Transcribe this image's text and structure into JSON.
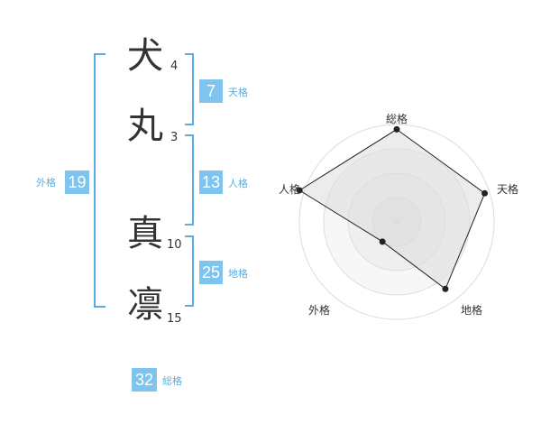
{
  "name": {
    "characters": [
      {
        "char": "犬",
        "strokes": "4"
      },
      {
        "char": "丸",
        "strokes": "3"
      },
      {
        "char": "真",
        "strokes": "10"
      },
      {
        "char": "凛",
        "strokes": "15"
      }
    ]
  },
  "fortunes": {
    "tenkaku": {
      "value": "7",
      "label": "天格"
    },
    "jinkaku": {
      "value": "13",
      "label": "人格"
    },
    "chikaku": {
      "value": "25",
      "label": "地格"
    },
    "gaikaku": {
      "value": "19",
      "label": "外格"
    },
    "soukaku": {
      "value": "32",
      "label": "総格"
    }
  },
  "colors": {
    "bracket": "#5aaee3",
    "badge": "#7fc4ee",
    "polygon_fill": "rgba(220,220,220,0.55)"
  },
  "chart_data": {
    "type": "radar",
    "axes": [
      "総格",
      "天格",
      "地格",
      "外格",
      "人格"
    ],
    "values": [
      0.95,
      0.95,
      0.85,
      0.25,
      1.05
    ],
    "scale_max": 1.0,
    "rings": 4
  }
}
